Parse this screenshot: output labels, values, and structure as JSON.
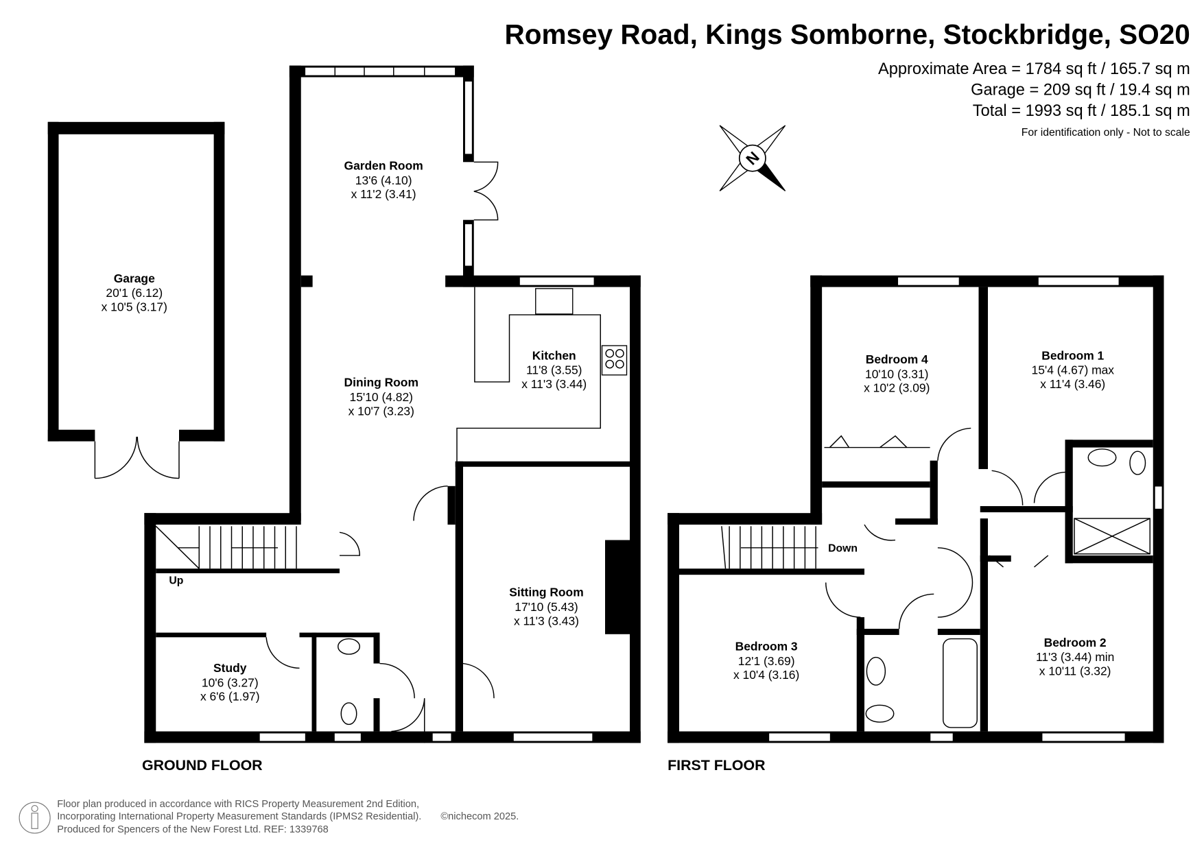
{
  "header": {
    "title": "Romsey Road, Kings Somborne, Stockbridge, SO20",
    "approx_area": "Approximate Area = 1784 sq ft / 165.7 sq m",
    "garage_area": "Garage = 209 sq ft / 19.4 sq m",
    "total_area": "Total = 1993 sq ft / 185.1 sq m",
    "disclaimer": "For identification only - Not to scale"
  },
  "compass": {
    "label": "N"
  },
  "ground_floor": {
    "label": "GROUND FLOOR",
    "stairs_label": "Up",
    "rooms": [
      {
        "name": "Garage",
        "dim1": "20'1 (6.12)",
        "dim2": "x 10'5 (3.17)"
      },
      {
        "name": "Garden Room",
        "dim1": "13'6 (4.10)",
        "dim2": "x 11'2 (3.41)"
      },
      {
        "name": "Dining Room",
        "dim1": "15'10 (4.82)",
        "dim2": "x 10'7 (3.23)"
      },
      {
        "name": "Kitchen",
        "dim1": "11'8 (3.55)",
        "dim2": "x 11'3 (3.44)"
      },
      {
        "name": "Sitting Room",
        "dim1": "17'10 (5.43)",
        "dim2": "x 11'3 (3.43)"
      },
      {
        "name": "Study",
        "dim1": "10'6 (3.27)",
        "dim2": "x 6'6 (1.97)"
      }
    ]
  },
  "first_floor": {
    "label": "FIRST FLOOR",
    "stairs_label": "Down",
    "rooms": [
      {
        "name": "Bedroom 4",
        "dim1": "10'10 (3.31)",
        "dim2": "x 10'2 (3.09)"
      },
      {
        "name": "Bedroom 1",
        "dim1": "15'4 (4.67) max",
        "dim2": "x 11'4 (3.46)"
      },
      {
        "name": "Bedroom 3",
        "dim1": "12'1 (3.69)",
        "dim2": "x 10'4 (3.16)"
      },
      {
        "name": "Bedroom 2",
        "dim1": "11'3 (3.44) min",
        "dim2": "x 10'11 (3.32)"
      }
    ]
  },
  "footer": {
    "line1": "Floor plan produced in accordance with RICS Property Measurement 2nd Edition,",
    "line2": "Incorporating International Property Measurement Standards (IPMS2 Residential).",
    "copyright": "©nichecom 2025.",
    "line3": "Produced for Spencers of the New Forest Ltd.   REF:  1339768"
  }
}
